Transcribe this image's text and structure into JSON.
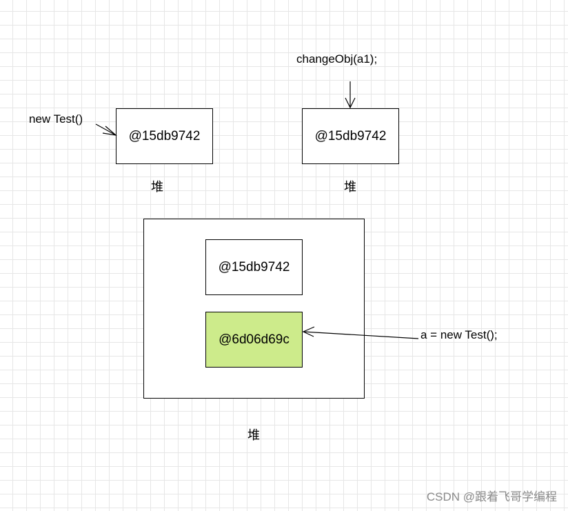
{
  "stack_left": {
    "caller_label": "new Test()",
    "address": "@15db9742",
    "area_label": "堆"
  },
  "stack_right": {
    "caller_label": "changeObj(a1);",
    "address": "@15db9742",
    "area_label": "堆"
  },
  "heap": {
    "old_object_address": "@15db9742",
    "new_object_address": "@6d06d69c",
    "assignment_label": "a = new Test();",
    "area_label": "堆"
  },
  "colors": {
    "new_object_fill": "#cdeb8b",
    "border": "#000000"
  },
  "watermark": "CSDN @跟着飞哥学编程"
}
